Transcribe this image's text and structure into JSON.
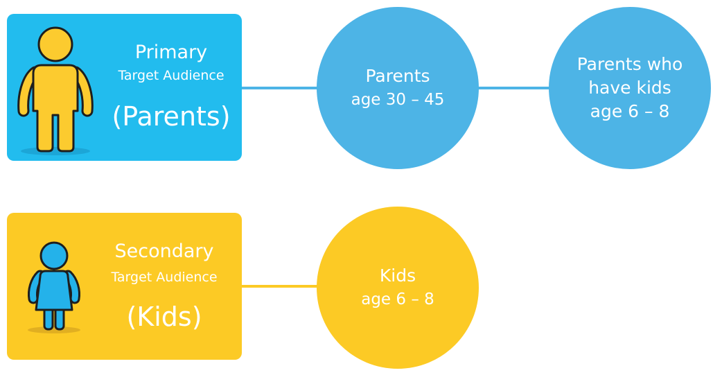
{
  "colors": {
    "blue_card": "#22BCEE",
    "blue_circle": "#4DB4E6",
    "yellow": "#FCCA25",
    "figure_yellow": "#FCCB2F",
    "figure_blue": "#24B2EA",
    "outline": "#1E1E1E"
  },
  "primary": {
    "title": "Primary",
    "subtitle": "Target Audience",
    "label": "(Parents)",
    "figure_icon": "adult-person-icon"
  },
  "secondary": {
    "title": "Secondary",
    "subtitle": "Target Audience",
    "label": "(Kids)",
    "figure_icon": "child-person-icon"
  },
  "nodes": {
    "parents_age": {
      "line1": "Parents",
      "line2": "age 30 – 45"
    },
    "parents_kids": {
      "line1": "Parents who",
      "line2": "have kids",
      "line3": "age 6 – 8"
    },
    "kids_age": {
      "line1": "Kids",
      "line2": "age 6 – 8"
    }
  }
}
